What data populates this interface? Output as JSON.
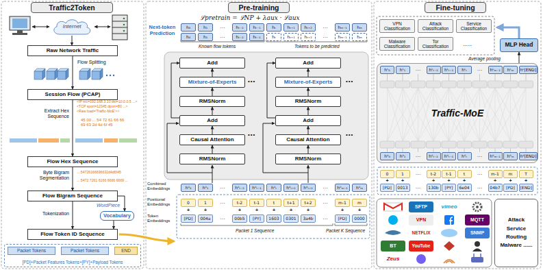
{
  "diagram": {
    "nodes": [
      {
        "text": [
          "Traffic2Token"
        ]
      },
      {
        "text": [
          "Internet"
        ]
      },
      {
        "text": [
          "Raw Network Traffic"
        ]
      },
      {
        "text": [
          "Session Flow (PCAP)"
        ]
      },
      {
        "text": [
          "Flow Hex Sequence"
        ]
      },
      {
        "text": [
          "Flow Bigram Sequence"
        ]
      },
      {
        "text": [
          "Vocabulary"
        ]
      },
      {
        "text": [
          "Flow Token ID Sequence"
        ]
      },
      {
        "text": [
          "[PD]+Packet Features Tokens+[PY]+Payload Tokens"
        ]
      },
      {
        "text": [
          "Packet Tokens"
        ],
        "in": 8
      },
      {
        "text": [
          "Packet Tokens"
        ],
        "in": 8
      },
      {
        "text": [
          "END"
        ],
        "in": 8
      },
      {
        "text": [
          "Pre-training"
        ]
      },
      {
        "text": [
          "Add"
        ]
      },
      {
        "text": [
          "Mixture-of-Experts"
        ]
      },
      {
        "text": [
          "RMSNorm"
        ]
      },
      {
        "text": [
          "Add"
        ]
      },
      {
        "text": [
          "Causal Attention"
        ]
      },
      {
        "text": [
          "RMSNorm"
        ]
      },
      {
        "text": [
          "Add"
        ]
      },
      {
        "text": [
          "Mixture-of-Experts"
        ]
      },
      {
        "text": [
          "RMSNorm"
        ]
      },
      {
        "text": [
          "Add"
        ]
      },
      {
        "text": [
          "Causal Attention"
        ]
      },
      {
        "text": [
          "RMSNorm"
        ]
      },
      {
        "text": [
          "Fine-tuning"
        ]
      },
      {
        "text": [
          "VPN Classification"
        ]
      },
      {
        "text": [
          "Attack Classification"
        ]
      },
      {
        "text": [
          "Service Classification"
        ]
      },
      {
        "text": [
          "Malware Classification"
        ]
      },
      {
        "text": [
          "Tor Classification"
        ]
      },
      {
        "text": [
          "MLP Head"
        ]
      },
      {
        "text": [
          "Traffic-MoE"
        ]
      },
      {
        "text": [
          "Attack Service Routing Malware ......"
        ]
      }
    ],
    "edges": [
      {
        "from": 1,
        "to": 2,
        "arrow": "to"
      },
      {
        "from": 2,
        "to": 3,
        "arrow": "to",
        "label": "Flow Splitting"
      },
      {
        "from": 3,
        "to": 4,
        "arrow": "to",
        "label": "Extract Hex Sequence"
      },
      {
        "from": 4,
        "to": 5,
        "arrow": "to",
        "label": "Byte Bigram Segmentation"
      },
      {
        "from": 5,
        "to": 7,
        "arrow": "to",
        "label": "Tokenization"
      },
      {
        "from": 5,
        "to": 6,
        "arrow": "to",
        "label": "WordPiece"
      },
      {
        "from": 6,
        "to": 7,
        "arrow": "to"
      },
      {
        "from": 18,
        "to": 17,
        "arrow": "to"
      },
      {
        "from": 17,
        "to": 16,
        "arrow": "to"
      },
      {
        "from": 16,
        "to": 15,
        "arrow": "to"
      },
      {
        "from": 15,
        "to": 14,
        "arrow": "to"
      },
      {
        "from": 14,
        "to": 13,
        "arrow": "to"
      },
      {
        "from": 16,
        "to": 13,
        "arrow": "to"
      },
      {
        "from": 24,
        "to": 23,
        "arrow": "to"
      },
      {
        "from": 23,
        "to": 22,
        "arrow": "to"
      },
      {
        "from": 22,
        "to": 21,
        "arrow": "to"
      },
      {
        "from": 21,
        "to": 20,
        "arrow": "to"
      },
      {
        "from": 20,
        "to": 19,
        "arrow": "to"
      },
      {
        "from": 22,
        "to": 19,
        "arrow": "to"
      },
      {
        "from": 32,
        "to": 31,
        "arrow": "to"
      }
    ],
    "labels": [
      "<IP src=192.168.3.10 dst=10.0.0.5 ...>",
      "<TCP sport=12345 dport=80 ...>",
      "<Raw load='Traffic-MoE'>>",
      "45 00 ... 54 72 61 66 66",
      "69 63 2d 4d 6f 45",
      "... 54726166696632d4d6f45",
      "... 5472 7261 6166 6666 6669 ...",
      "ℒpretrain = ℒNP + λaux · ℒaux",
      "Next-token Prediction",
      "h₀",
      "h₁",
      "…",
      "hₜ₋₂",
      "hₜ₋₁",
      "hₜ",
      "hₜ₊₁",
      "hₜ₊₂",
      "…",
      "hₘ₋₁",
      "hₘ",
      "h₀",
      "h₁",
      "…",
      "hₜ₋₂",
      "hₜ₋₁",
      "hₜ",
      "hₜ₊₁",
      "hₜ₊₂",
      "…",
      "hₘ₋₁",
      "hₘ",
      "Known flow tokens",
      "Tokens to be predicted",
      "•••",
      "•••",
      "•••",
      "•••",
      "Combined Embeddings",
      "Positional Embeddings",
      "Token Embeddings",
      "h⁰₀",
      "h⁰₁",
      "…",
      "h⁰ₜ₋₂",
      "h⁰ₜ₋₁",
      "h⁰ₜ",
      "h⁰ₜ₊₁",
      "h⁰ₜ₊₂",
      "…",
      "h⁰ₘ₋₁",
      "h⁰ₘ",
      "0",
      "1",
      "…",
      "t-2",
      "t-1",
      "t",
      "t+1",
      "t+2",
      "…",
      "m-1",
      "m",
      "+",
      "+",
      "+",
      "+",
      "+",
      "+",
      "+",
      "+",
      "+",
      "[PD]",
      "004a",
      "…",
      "00b5",
      "[PY]",
      "1603",
      "0301",
      "3a4b",
      "…",
      "[PD]",
      "0000",
      "Packet 1 Sequence",
      "Packet K Sequence",
      "......",
      "Average pooling",
      "hᴸ₀",
      "hᴸ₁",
      "…",
      "hᴸₜ₋₂",
      "hᴸₜ₋₁",
      "hᴸₜ",
      "…",
      "hᴸₘ₋₁",
      "hᴸₘ",
      "hᴸ[END]",
      "h⁰₀",
      "h⁰₁",
      "…",
      "h⁰ₜ₋₂",
      "h⁰ₜ₋₁",
      "h⁰ₜ",
      "…",
      "h⁰ₘ₋₁",
      "h⁰ₘ",
      "h⁰[END]",
      "0",
      "1",
      "…",
      "t-2",
      "t-1",
      "t",
      "…",
      "m-1",
      "m",
      "T",
      "+",
      "+",
      "+",
      "+",
      "+",
      "+",
      "+",
      "+",
      "[PD]",
      "0013",
      "…",
      "130b",
      "[PY]",
      "6e04",
      "…",
      "04b7",
      "[PD]",
      "[END]",
      "SFTP",
      "vimeo",
      "MQTT",
      "VPN",
      "SNMP",
      "BT",
      "NETFLIX",
      "Zeus",
      "YouTube"
    ]
  }
}
